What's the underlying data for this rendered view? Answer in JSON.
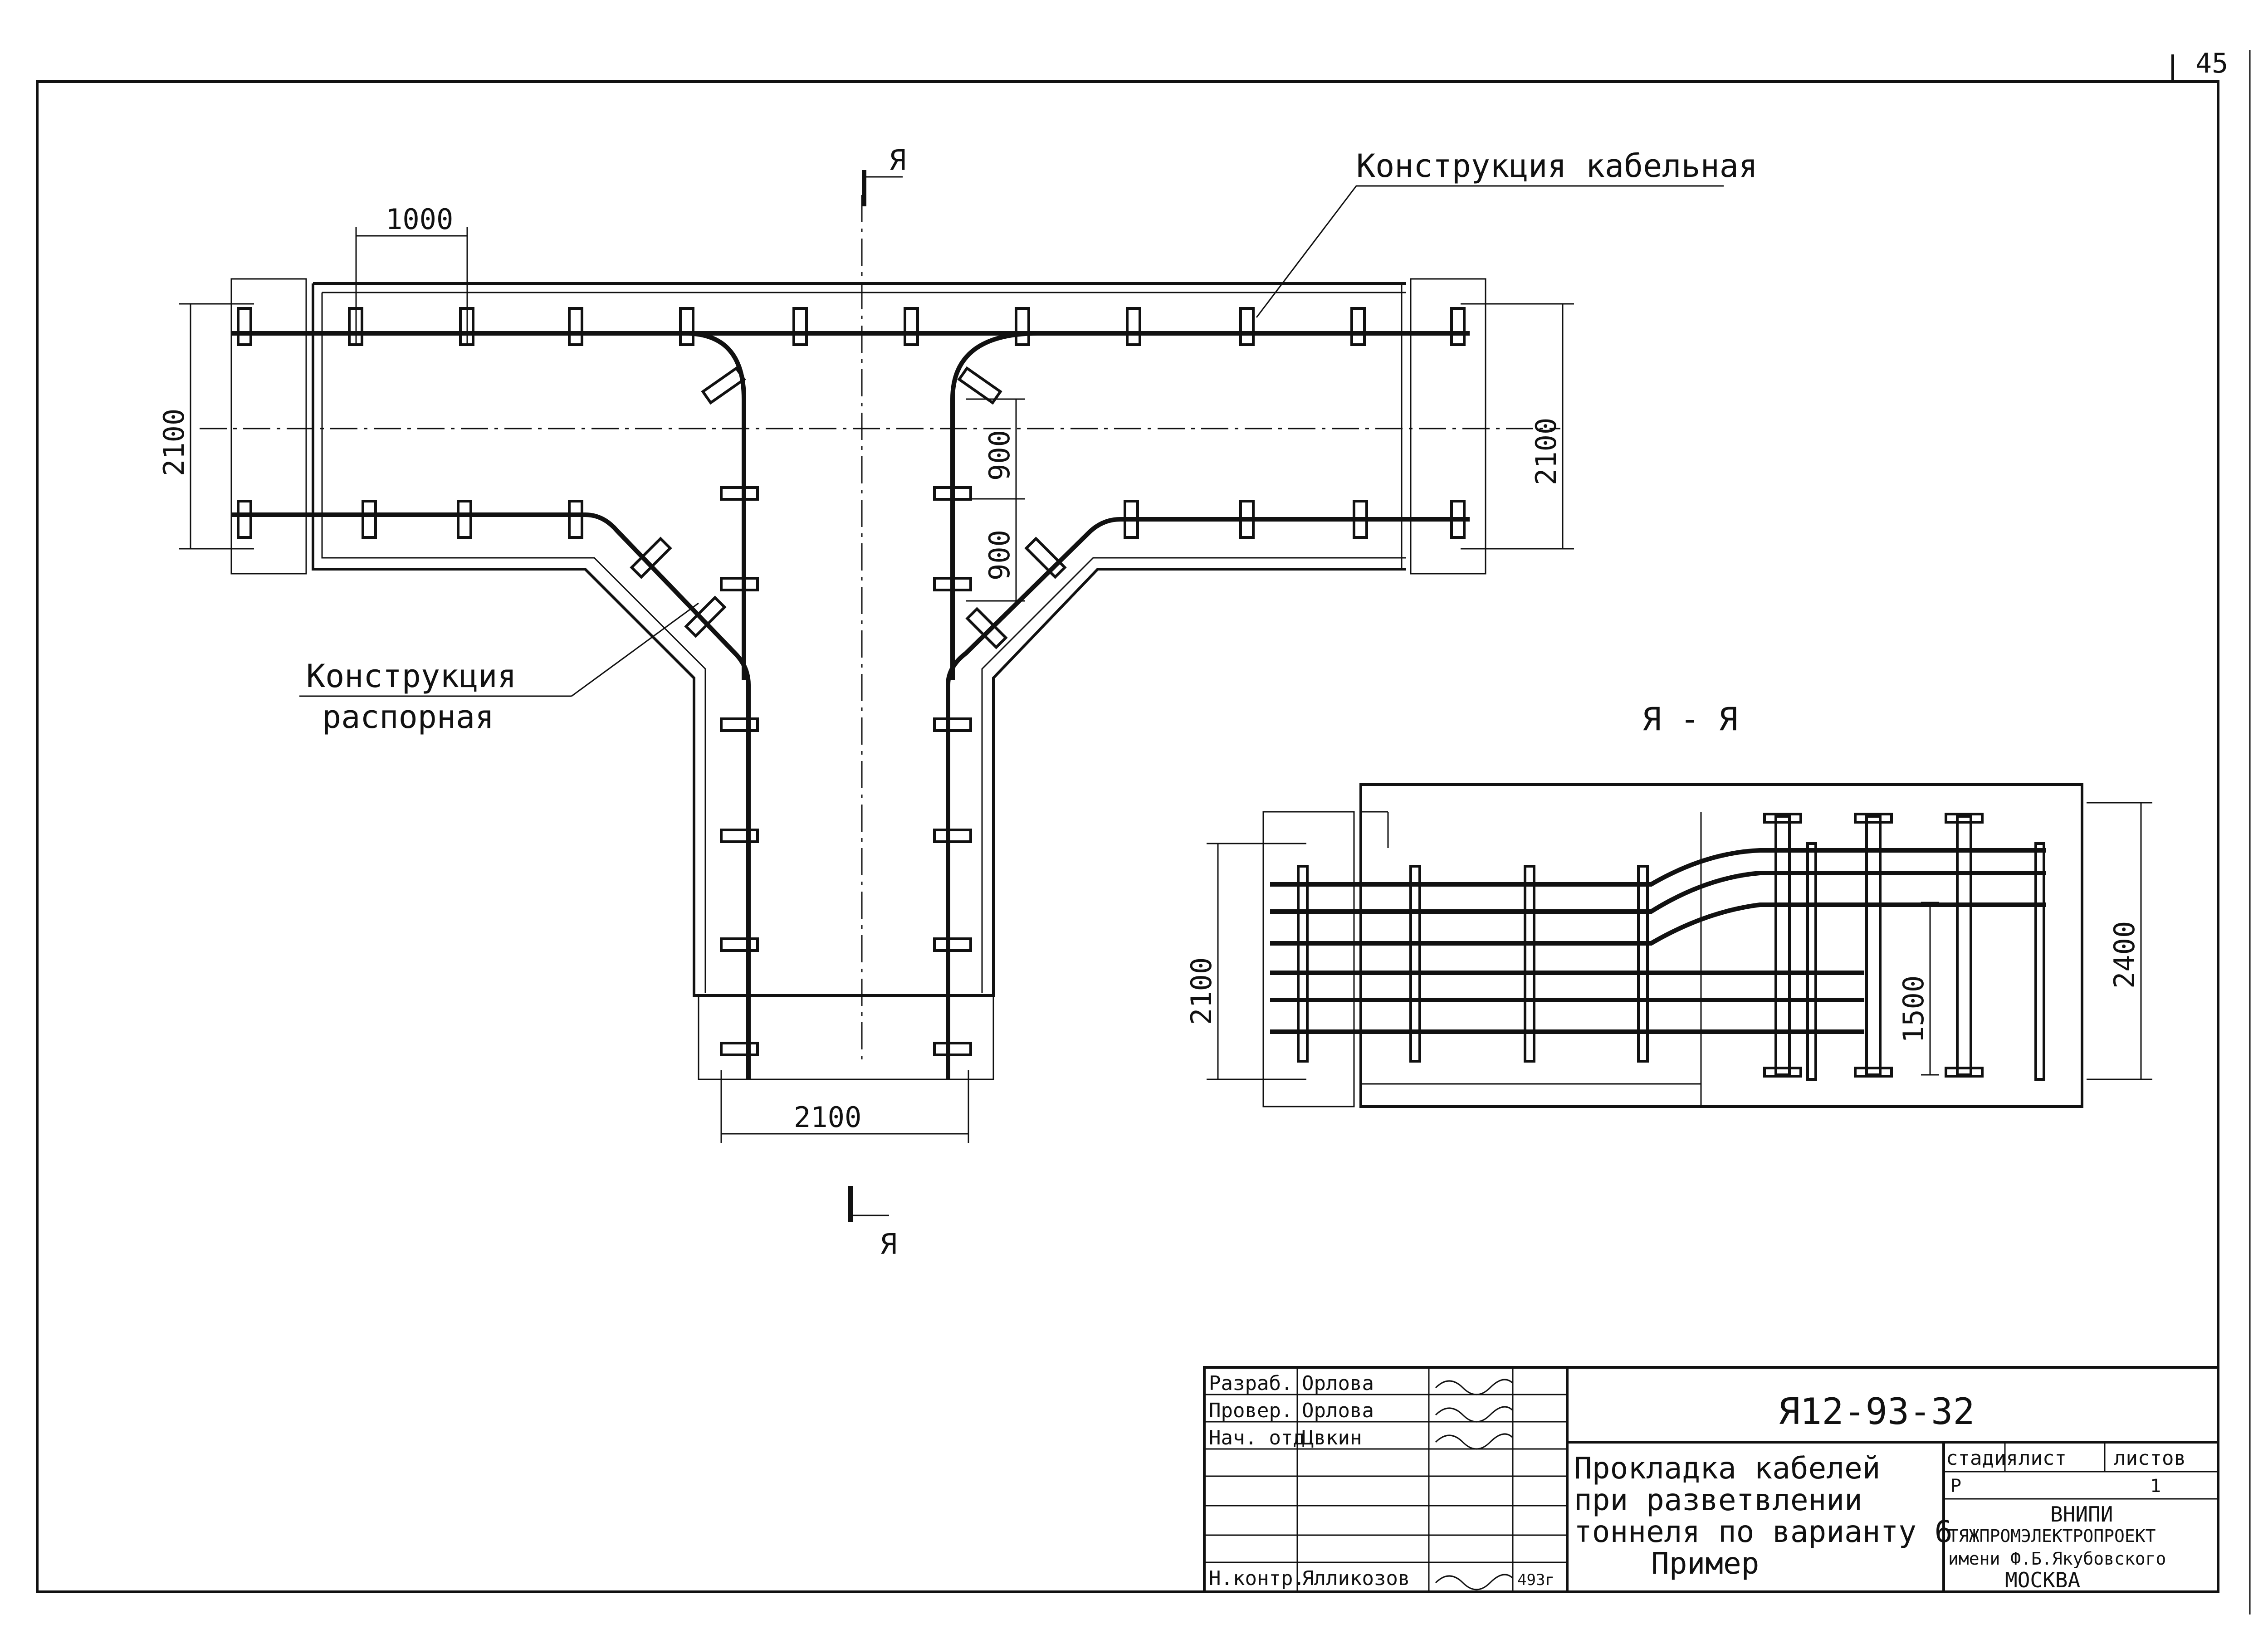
{
  "sheet": {
    "page_number": "45"
  },
  "plan": {
    "label_cable_structure": "Конструкция кабельная",
    "label_spacer_structure_line1": "Конструкция",
    "label_spacer_structure_line2": "распорная",
    "dim_1000": "1000",
    "dim_2100_left": "2100",
    "dim_2100_right": "2100",
    "dim_2100_bottom": "2100",
    "dim_900_upper": "900",
    "dim_900_lower": "900",
    "section_mark_top": "Я",
    "section_mark_bottom": "Я"
  },
  "section": {
    "title": "Я - Я",
    "dim_2100": "2100",
    "dim_1500": "1500",
    "dim_2400": "2400"
  },
  "title_block": {
    "doc_code": "Я12-93-32",
    "title_lines": [
      "Прокладка кабелей",
      "при разветвлении",
      "тоннеля по варианту 6",
      "Пример"
    ],
    "roles": [
      {
        "role": "Разраб.",
        "name": "Орлова"
      },
      {
        "role": "Провер.",
        "name": "Орлова"
      },
      {
        "role": "Нач. отд.",
        "name": "Цвкин"
      },
      {
        "role": "Н.контр.",
        "name": "Ялликозов"
      }
    ],
    "date_note": "493г",
    "stage_header": "стадия",
    "sheet_header": "лист",
    "sheets_header": "листов",
    "stage_value": "Р",
    "sheets_value": "1",
    "org_line1": "ВНИПИ",
    "org_line2": "ТЯЖПРОМЭЛЕКТРОПРОЕКТ",
    "org_line3": "имени Ф.Б.Якубовского",
    "org_line4": "МОСКВА"
  }
}
